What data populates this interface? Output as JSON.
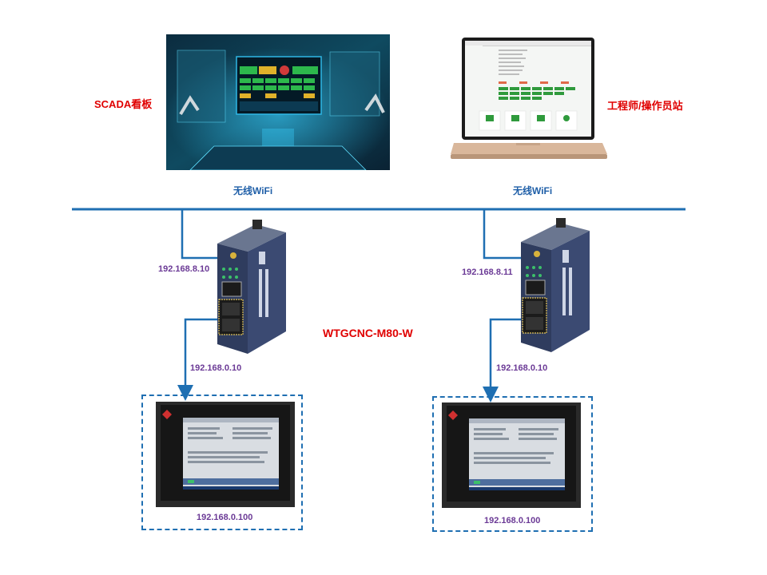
{
  "scada": {
    "label": "SCADA看板",
    "wifi": "无线WiFi"
  },
  "station": {
    "label": "工程师/操作员站",
    "wifi": "无线WiFi"
  },
  "gateway": {
    "model": "WTGCNC-M80-W",
    "left_ip_wifi": "192.168.8.10",
    "right_ip_wifi": "192.168.8.11",
    "left_ip_lan": "192.168.0.10",
    "right_ip_lan": "192.168.0.10"
  },
  "cnc": {
    "left_ip": "192.168.0.100",
    "right_ip": "192.168.0.100"
  },
  "colors": {
    "line": "#1f6fb2",
    "red": "#e00000",
    "purple": "#6b3a96"
  }
}
